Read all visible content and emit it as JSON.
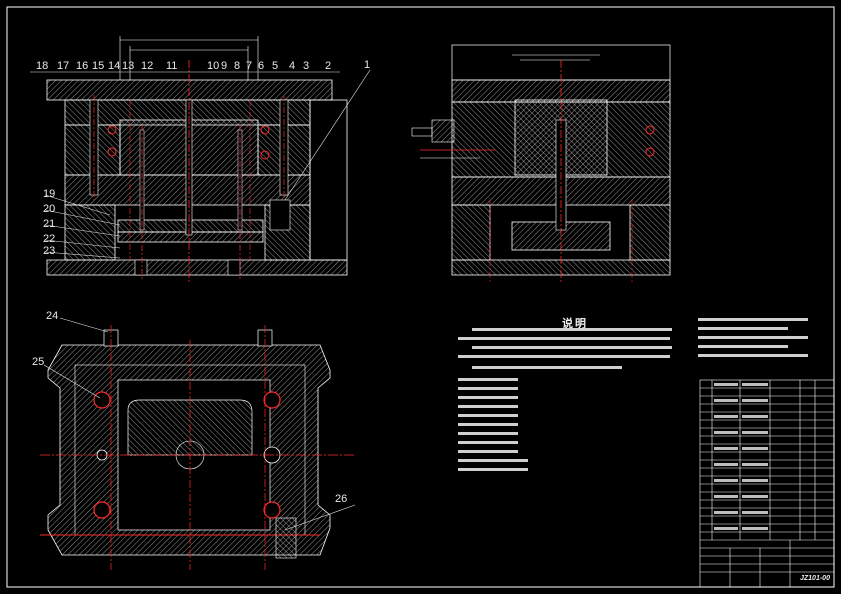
{
  "part_numbers": {
    "top_left_row": [
      "18",
      "17",
      "16",
      "15",
      "14",
      "13",
      "12",
      "11",
      "10",
      "9",
      "8",
      "7",
      "6",
      "5",
      "4",
      "3",
      "2",
      "1"
    ],
    "left_column": [
      "19",
      "20",
      "21",
      "22",
      "23"
    ],
    "bottom_view": [
      "24",
      "25",
      "26"
    ]
  },
  "notes": {
    "heading": "说明",
    "drawing_number": "JZ101-00"
  },
  "colors": {
    "background": "#000000",
    "lines": "#ffffff",
    "centerlines": "#ff2a2a",
    "leader": "#e8e8e8"
  }
}
